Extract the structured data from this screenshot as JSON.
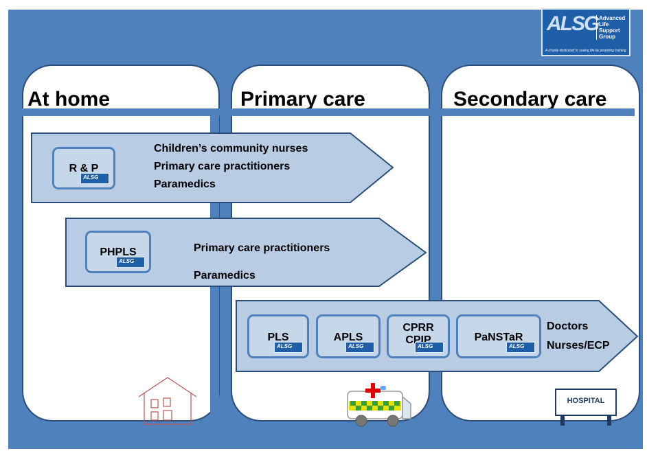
{
  "top_note": "",
  "logo": {
    "name_lines": [
      "Advanced",
      "Life",
      "Support",
      "Group"
    ],
    "tagline": "A charity dedicated to saving life by providing training",
    "colors": {
      "brand": "#1f5fa8"
    }
  },
  "columns": [
    {
      "title": "At home"
    },
    {
      "title": "Primary care"
    },
    {
      "title": "Secondary care"
    }
  ],
  "arrows": [
    {
      "course": "R & P",
      "lines": [
        "Children’s community nurses",
        "Primary care practitioners",
        "Paramedics"
      ]
    },
    {
      "course": "PHPLS",
      "lines": [
        "Primary care practitioners",
        "Paramedics"
      ]
    },
    {
      "courses": [
        "PLS",
        "APLS",
        "CPRR\nCPIP",
        "PaNSTaR"
      ],
      "lines": [
        "Doctors",
        "Nurses/ECP"
      ]
    }
  ],
  "hospital_sign": "HOSPITAL",
  "colors": {
    "background": "#4f81bd",
    "arrow_fill": "#b8cce4",
    "course_fill": "#c6d7ea",
    "outline": "#4f81bd"
  }
}
